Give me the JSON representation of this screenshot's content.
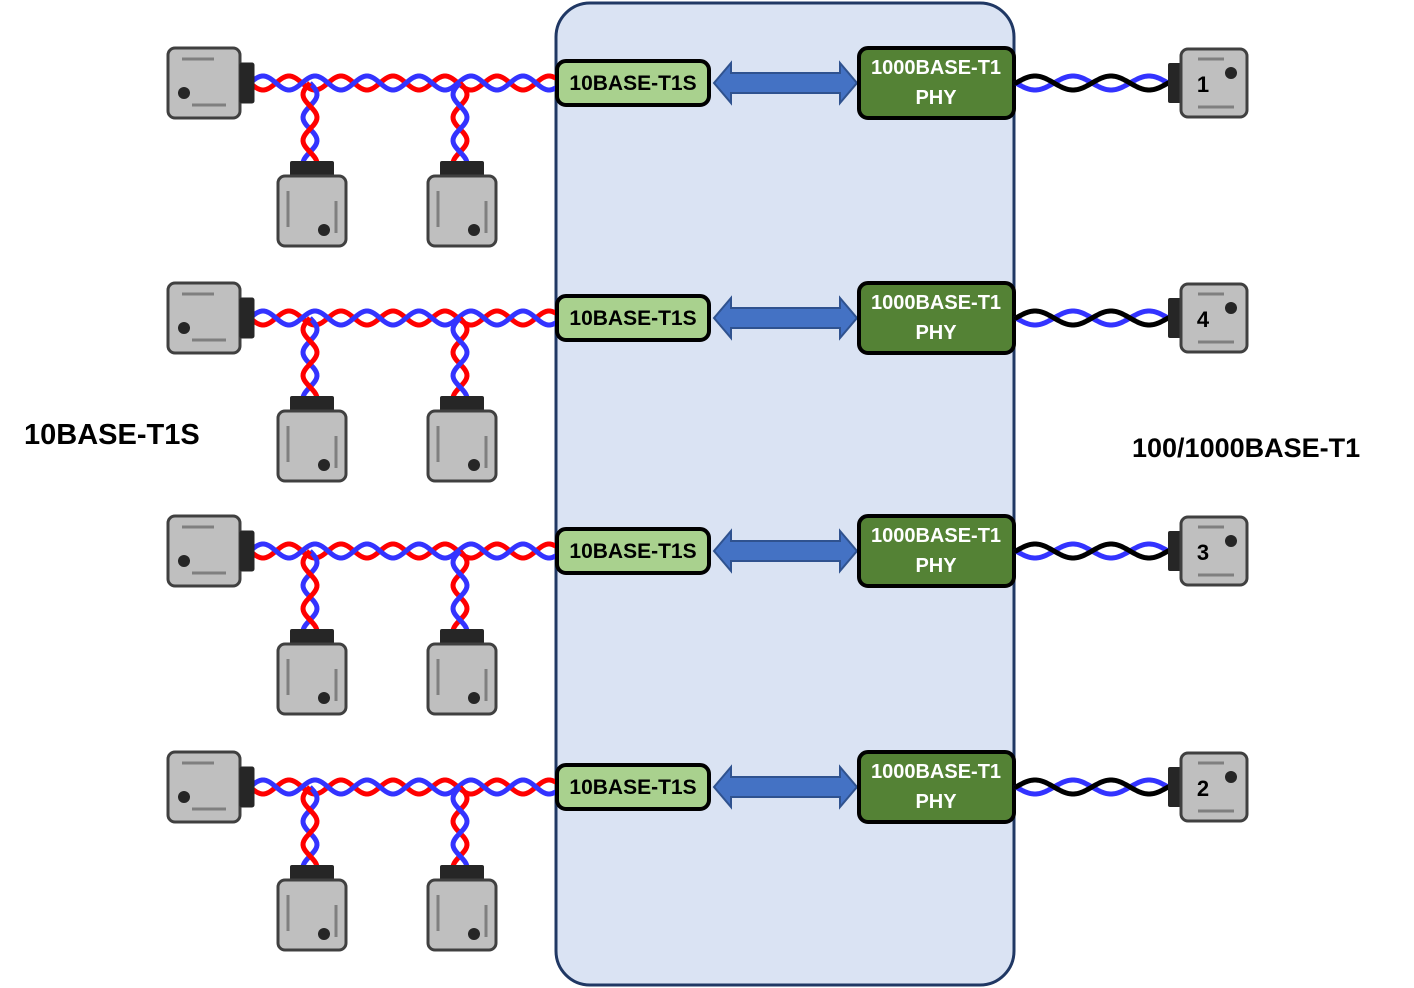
{
  "labels": {
    "left_bus": "10BASE-T1S",
    "right_bus": "100/1000BASE-T1"
  },
  "rows": [
    {
      "t1s_label": "10BASE-T1S",
      "phy_line1": "1000BASE-T1",
      "phy_line2": "PHY",
      "port_number": "1"
    },
    {
      "t1s_label": "10BASE-T1S",
      "phy_line1": "1000BASE-T1",
      "phy_line2": "PHY",
      "port_number": "4"
    },
    {
      "t1s_label": "10BASE-T1S",
      "phy_line1": "1000BASE-T1",
      "phy_line2": "PHY",
      "port_number": "3"
    },
    {
      "t1s_label": "10BASE-T1S",
      "phy_line1": "1000BASE-T1",
      "phy_line2": "PHY",
      "port_number": "2"
    }
  ],
  "colors": {
    "switch_fill": "#dae3f3",
    "switch_border": "#203864",
    "t1s_box_fill": "#a9d18e",
    "phy_box_fill": "#548235",
    "arrow_fill": "#4472c4",
    "arrow_border": "#2f528f",
    "wire_red": "#ff0000",
    "wire_blue": "#3333ff",
    "wire_black": "#000000",
    "connector_fill": "#bfbfbf",
    "connector_border": "#404040"
  }
}
